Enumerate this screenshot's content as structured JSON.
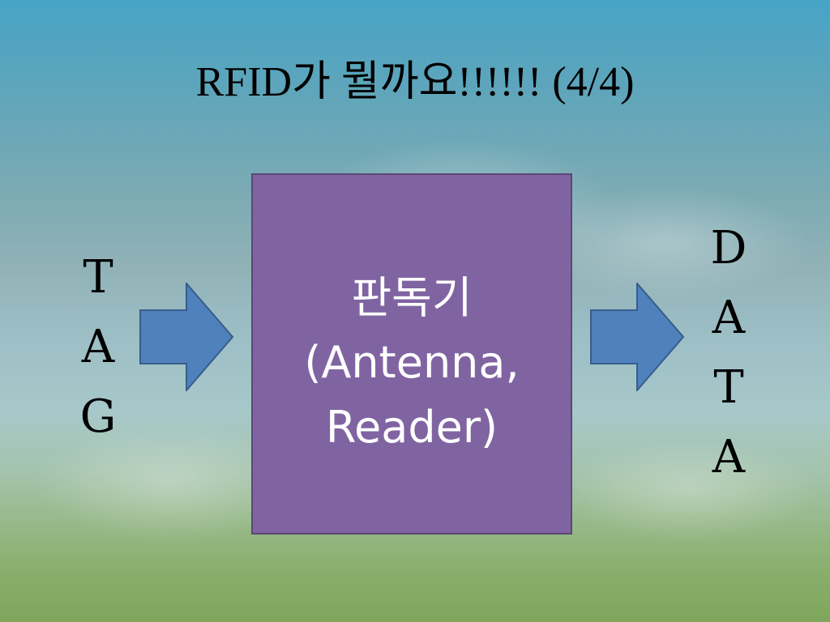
{
  "slide": {
    "title": "RFID가 뭘까요!!!!!! (4/4)"
  },
  "left_label": {
    "letters": [
      "T",
      "A",
      "G"
    ]
  },
  "reader_box": {
    "lines": [
      "판독기",
      "(Antenna,",
      "Reader)"
    ],
    "fill_color": "#8064a2"
  },
  "right_label": {
    "letters": [
      "D",
      "A",
      "T",
      "A"
    ]
  },
  "arrows": {
    "fill_color": "#4f81bd",
    "stroke_color": "#385d8a"
  }
}
